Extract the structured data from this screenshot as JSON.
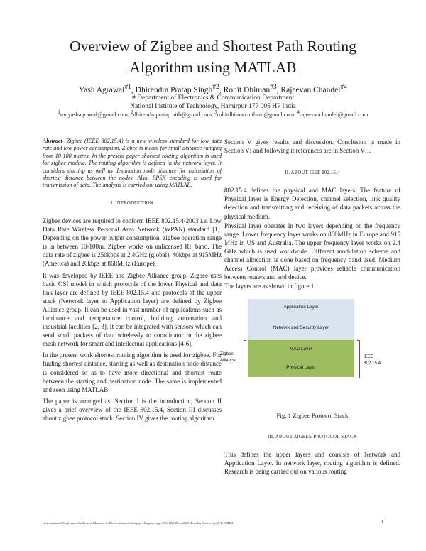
{
  "title": {
    "line1": "Overview of Zigbee and Shortest Path Routing",
    "line2": "Algorithm using MATLAB"
  },
  "authors": {
    "names": [
      {
        "name": "Yash Agrawal",
        "sup": "#1"
      },
      {
        "name": "Dhirendra Pratap Singh",
        "sup": "#2"
      },
      {
        "name": "Rohit Dhiman",
        "sup": "#3"
      },
      {
        "name": "Rajeevan Chandel",
        "sup": "#4"
      }
    ],
    "department": "# Department of Electronics & Communication Department",
    "institute": "National Institute of Technology, Hamirpur 177 005 HP India",
    "emails": [
      {
        "sup": "1",
        "addr": "mr.yashagrawal@gmail.com"
      },
      {
        "sup": "2",
        "addr": "dhirendrapratap.nith@gmail.com"
      },
      {
        "sup": "3",
        "addr": "rohitdhiman.nitham@gmail.com"
      },
      {
        "sup": "4",
        "addr": "rajeevanchandel@gmail.com"
      }
    ]
  },
  "left_column": {
    "abstract_label": "Abstract-",
    "abstract_text": " Zigbee (IEEE 802.15.4) is a new wireless standard for low data rate and low power consumption. Zigbee is meant for small distance ranging from 10-100 metres. In the present paper shortest routing algorithm is used for zigbee module. The routing algorithm is defined in the network layer. It considers starting as well as destination node distance for calculation of shortest distance between the nodes. Also, BPSK encoding is used for transmission of data. The analysis is carried out using MATLAB.",
    "section1_heading": "I.   INTRODUCTION",
    "paragraphs": [
      "Zigbee devices are required to conform IEEE 802.15.4-2003 i.e. Low Data Rate Wireless Personal Area Network (WPAN) standard [1]. Depending on the power output consumption, zigbee operation range is in between 10-100m. Zigbee works on unlicensed RF band. The data rate of zigbee is 250kbps at 2.4GHz (global), 40kbps at 915MHz (America) and 20kbps at 868MHz (Europe).",
      "It was developed by IEEE and Zigbee Alliance group. Zigbee uses basic OSI model in which protocols of the lower Physical and data link layer are defined by IEEE 802.15.4 and protocols of the upper stack (Network layer to Application layer) are defined by Zigbee Alliance group. It can be used in vast number of applications such as luminance and temperature control, building automation and industrial facilities [2, 3]. It can be integrated with sensors which can send small packets of data wirelessly to coordinator in the zigbee mesh network for smart and intellectual applications [4-6].",
      "In the present work shortest routing algorithm is used for zigbee. For finding shortest distance, starting as well as destination node distance is considered so as to have more directional and shortest route between the starting and destination node. The same is implemented and seen using MATLAB.",
      "The paper is arranged as: Section I is the introduction, Section II gives a brief overview of the IEEE 802.15.4, Section III discusses about zigbee protocol stack. Section IV gives the routing algorithm."
    ]
  },
  "right_column": {
    "intro_paragraph": "Section V gives results and discussion. Conclusion is made in Section VI and following it references are in Section VII.",
    "section2_heading": "II.  ABOUT IEEE 802.15.4",
    "section2_paragraphs": [
      "802.15.4 defines the physical and MAC layers. The feature of Physical layer is Energy Detection, channel selection, link quality detection and transmitting and receiving of data packets across the physical medium.",
      "Physical layer operates in two layers depending on the frequency range. Lower frequency layer works on 868MHz in Europe and 915 MHz in US and Australia. The upper frequency layer works on 2.4 GHz which is used worldwide. Different modulation scheme and channel allocation is done based on frequency band used. Medium Access Control (MAC) layer provides reliable communication between routers and end device.",
      "The layers are as shown in figure 1."
    ],
    "figure": {
      "layers": [
        "Application Layer",
        "Network and Security Layer",
        "MAC Layer",
        "Physical Layer"
      ],
      "left_label": "Zigbee Alliance",
      "right_label_line1": "IEEE",
      "right_label_line2": "802.15.4",
      "caption": "Fig. 1 Zigbee Protocol Stack"
    },
    "section3_heading": "III.  ABOUT ZIGBEE PROTOCOL STACK",
    "section3_paragraph": "This defines the upper layers and consists of Network and Application Layer. In network layer, routing algorithm is defined. Research is being carried out on various routing"
  },
  "footer": {
    "conference": "International Conference On Recent Advances in Electronics and Computer Engineering, 17th-19th Nov., 2011, Roorkee University, H.P., INDIA",
    "page_number": "1"
  },
  "colors": {
    "upper_layers": "#dbe3ef",
    "lower_layers": "#9dbb61"
  }
}
